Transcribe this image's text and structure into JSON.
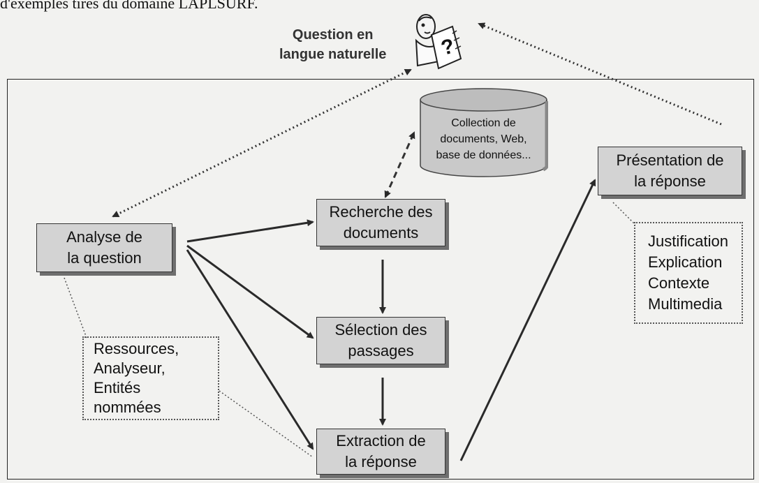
{
  "header_text": "d'exemples tirés du domaine LAPLSURF.",
  "question": {
    "line1": "Question en",
    "line2": "langue naturelle"
  },
  "collection": {
    "line1": "Collection de",
    "line2": "documents, Web,",
    "line3": "base de données..."
  },
  "boxes": {
    "analyse": {
      "line1": "Analyse de",
      "line2": "la question"
    },
    "recherche": {
      "line1": "Recherche des",
      "line2": "documents"
    },
    "selection": {
      "line1": "Sélection des",
      "line2": "passages"
    },
    "extraction": {
      "line1": "Extraction de",
      "line2": "la réponse"
    },
    "presentation": {
      "line1": "Présentation de",
      "line2": "la réponse"
    }
  },
  "notes": {
    "ressources": [
      "Ressources,",
      "Analyseur,",
      "Entités",
      "nommées"
    ],
    "justification": [
      "Justification",
      "Explication",
      "Contexte",
      "Multimedia"
    ]
  },
  "icons": {
    "person": "person-with-question-sheet-icon",
    "database": "database-cylinder-icon"
  },
  "colors": {
    "box_fill": "#d3d3d3",
    "shadow": "#6e6e6e",
    "cylinder": "#c9c9c9"
  }
}
